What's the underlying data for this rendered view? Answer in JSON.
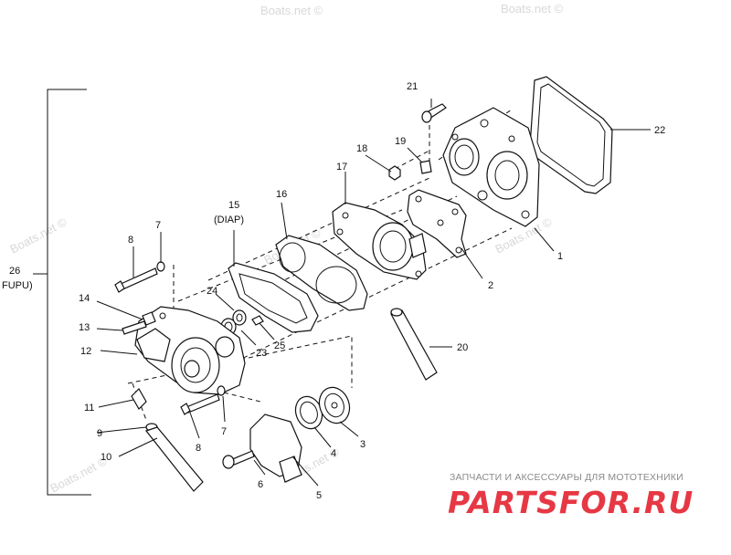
{
  "callouts": {
    "c1": "1",
    "c2": "2",
    "c3": "3",
    "c4": "4",
    "c5": "5",
    "c6": "6",
    "c7a": "7",
    "c7b": "7",
    "c8a": "8",
    "c8b": "8",
    "c9": "9",
    "c10": "10",
    "c11": "11",
    "c12": "12",
    "c13": "13",
    "c14": "14",
    "c15": "15",
    "c15sub": "(DIAP)",
    "c16": "16",
    "c17": "17",
    "c18": "18",
    "c19": "19",
    "c20": "20",
    "c21": "21",
    "c22": "22",
    "c23": "23",
    "c24": "24",
    "c25": "25",
    "c26": "26",
    "c26sub": "FUPU)"
  },
  "watermark": {
    "site": "Boats.net ©",
    "tagline": "ЗАПЧАСТИ И АКСЕССУАРЫ ДЛЯ МОТОТЕХНИКИ",
    "brand": "PARTSFOR.RU"
  }
}
